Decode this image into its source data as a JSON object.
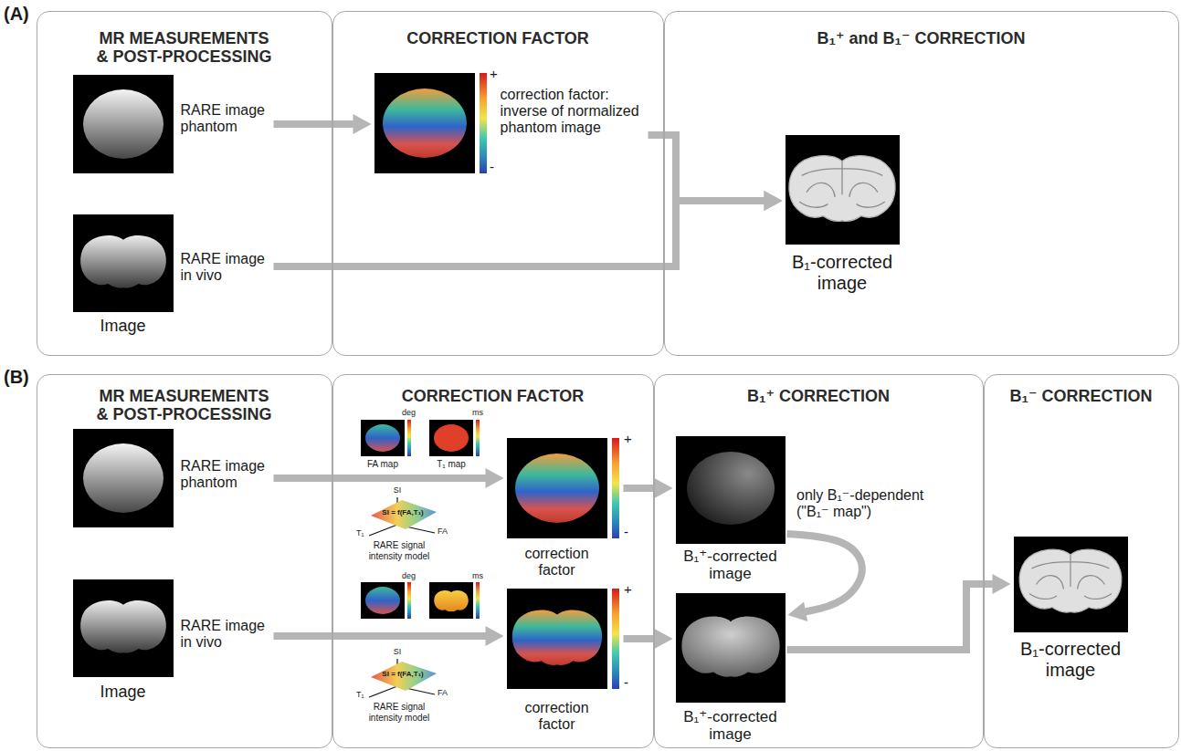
{
  "diagram": {
    "nodes": [
      {
        "text": [
          "MR MEASUREMENTS & POST-PROCESSING"
        ]
      },
      {
        "text": [
          "RARE image phantom"
        ],
        "in": 0
      },
      {
        "text": [
          "RARE image in vivo",
          "Image"
        ],
        "in": 0
      },
      {
        "text": [
          "CORRECTION FACTOR"
        ]
      },
      {
        "text": [
          "correction factor: inverse of normalized phantom image"
        ],
        "in": 3
      },
      {
        "text": [
          "B₁⁺ and B₁⁻ CORRECTION"
        ]
      },
      {
        "text": [
          "B₁-corrected image"
        ],
        "in": 5
      },
      {
        "text": [
          "MR MEASUREMENTS & POST-PROCESSING"
        ]
      },
      {
        "text": [
          "RARE image phantom"
        ],
        "in": 7
      },
      {
        "text": [
          "RARE image in vivo",
          "Image"
        ],
        "in": 7
      },
      {
        "text": [
          "CORRECTION FACTOR"
        ]
      },
      {
        "text": [
          "correction factor"
        ],
        "in": 10
      },
      {
        "text": [
          "correction factor"
        ],
        "in": 10
      },
      {
        "text": [
          "B₁⁺ CORRECTION"
        ]
      },
      {
        "text": [
          "B₁⁺-corrected image"
        ],
        "in": 13
      },
      {
        "text": [
          "B₁⁺-corrected image"
        ],
        "in": 13
      },
      {
        "text": [
          "B₁⁻ CORRECTION"
        ]
      },
      {
        "text": [
          "B₁-corrected image"
        ],
        "in": 16
      }
    ],
    "edges": [
      {
        "from": 1,
        "to": 4,
        "arrow": "to"
      },
      {
        "from": 4,
        "to": 6,
        "arrow": "to"
      },
      {
        "from": 2,
        "to": 6,
        "arrow": "to"
      },
      {
        "from": 8,
        "to": 11,
        "arrow": "to"
      },
      {
        "from": 9,
        "to": 12,
        "arrow": "to"
      },
      {
        "from": 11,
        "to": 14,
        "arrow": "to"
      },
      {
        "from": 12,
        "to": 15,
        "arrow": "to"
      },
      {
        "from": 14,
        "to": 15,
        "label": "only B₁⁻-dependent (\"B₁⁻ map\")",
        "arrow": "to"
      },
      {
        "from": 15,
        "to": 17,
        "arrow": "to"
      }
    ],
    "labels": [
      "(A)",
      "+",
      "-",
      "(B)",
      "deg",
      "ms",
      "FA map",
      "T₁ map",
      "SI",
      "SI = f(FA,T₁)",
      "T₁",
      "FA",
      "RARE signal intensity model",
      "+",
      "-",
      "deg",
      "ms",
      "SI",
      "SI = f(FA,T₁)",
      "T₁",
      "FA",
      "RARE signal intensity model",
      "+",
      "-"
    ]
  }
}
